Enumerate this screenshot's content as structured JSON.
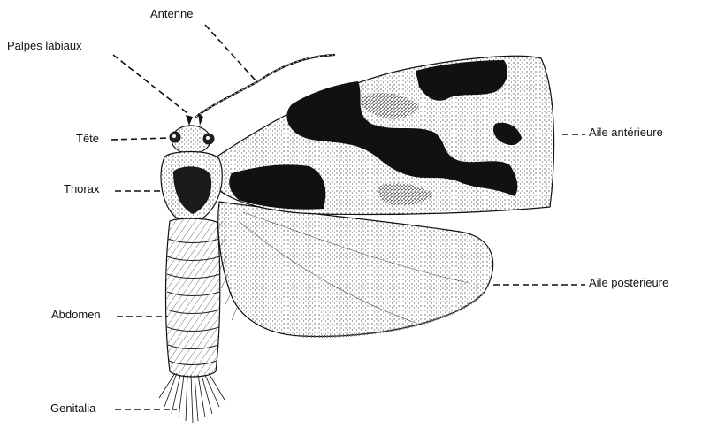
{
  "figure": {
    "subject": "moth",
    "labels": {
      "antenne": "Antenne",
      "palpes": "Palpes labiaux",
      "tete": "Tête",
      "thorax": "Thorax",
      "abdomen": "Abdomen",
      "genitalia": "Genitalia",
      "aile_anterieure": "Aile antérieure",
      "aile_posterieure": "Aile postérieure"
    }
  },
  "colors": {
    "ink": "#111111",
    "background": "#ffffff"
  }
}
